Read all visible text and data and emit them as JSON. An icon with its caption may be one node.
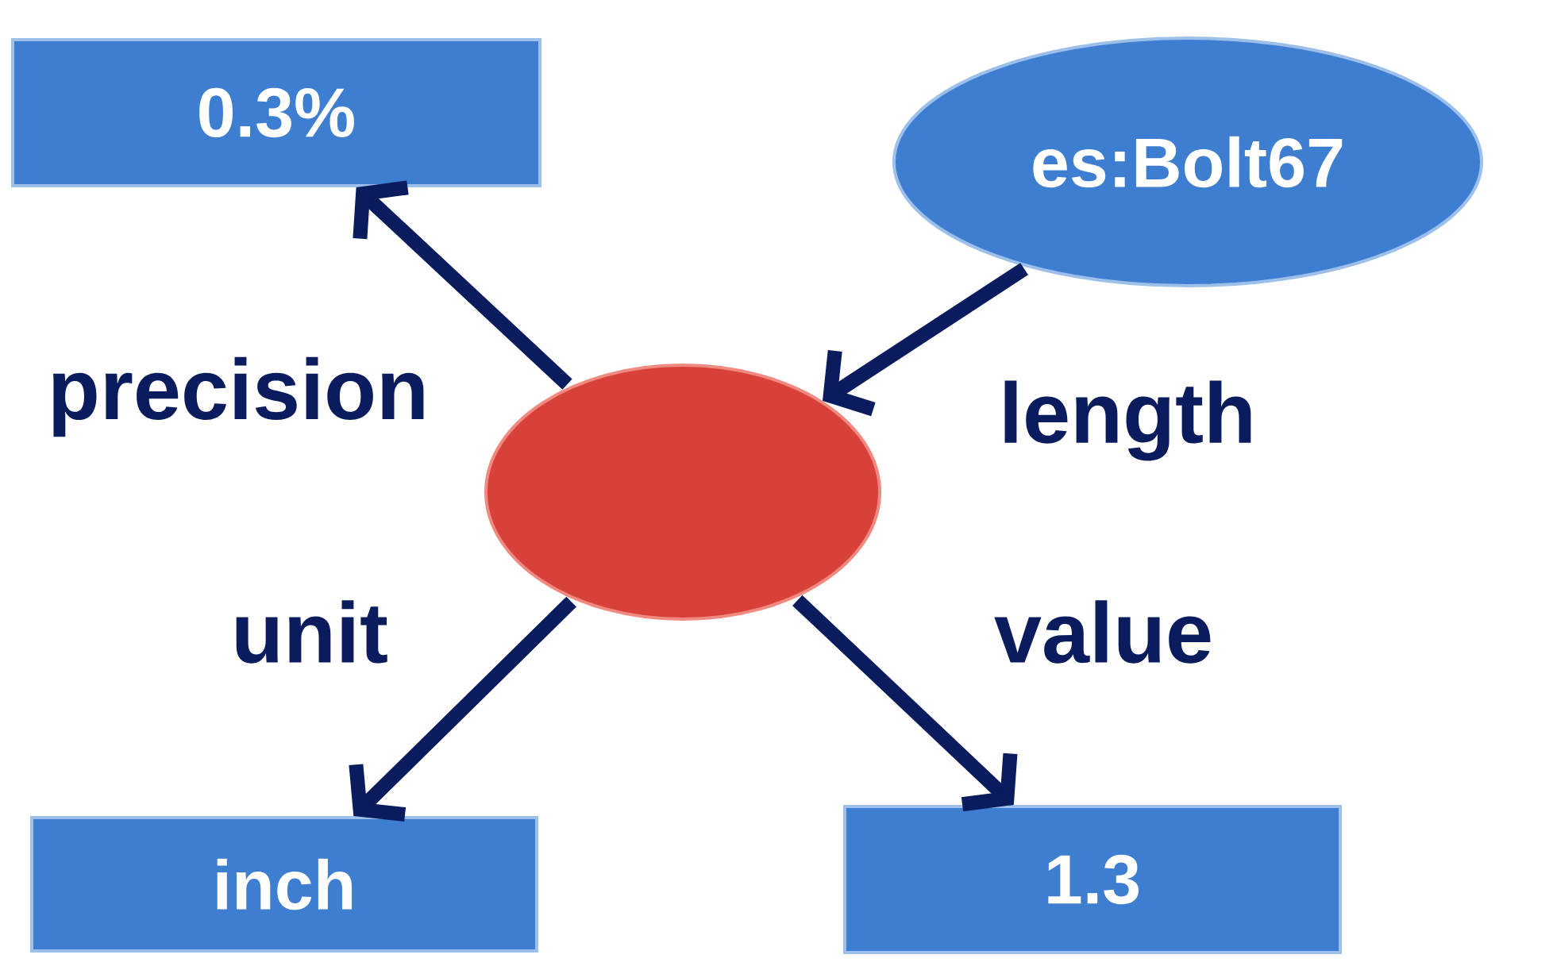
{
  "diagram": {
    "nodes": [
      {
        "text": [
          "0.3%"
        ]
      },
      {
        "text": [
          "es:Bolt67"
        ]
      },
      {
        "text": [],
        "shape": "circle"
      },
      {
        "text": [
          "inch"
        ]
      },
      {
        "text": [
          "1.3"
        ]
      }
    ],
    "edges": [
      {
        "from": 1,
        "to": 2,
        "arrow": "to",
        "label": "length"
      },
      {
        "from": 2,
        "to": 0,
        "arrow": "to",
        "label": "precision"
      },
      {
        "from": 2,
        "to": 3,
        "arrow": "to",
        "label": "unit"
      },
      {
        "from": 2,
        "to": 4,
        "arrow": "to",
        "label": "value"
      }
    ]
  }
}
